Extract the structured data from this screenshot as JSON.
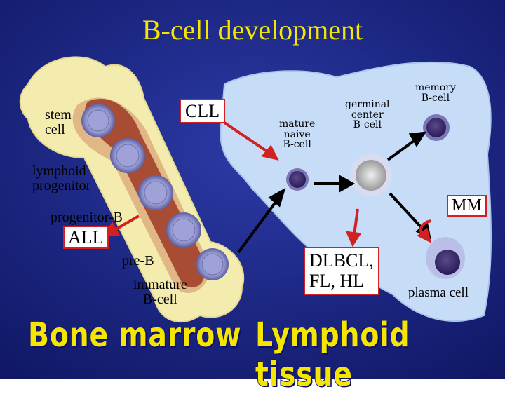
{
  "title": "B-cell development",
  "bone_marrow_labels": {
    "stem_cell": "stem\ncell",
    "lymphoid_progenitor": "lymphoid\nprogenitor",
    "progenitor_b": "progenitor-B",
    "pre_b": "pre-B",
    "immature_b_cell": "immature\nB-cell"
  },
  "lymphoid_labels": {
    "mature_naive": "mature\nnaive\nB-cell",
    "germinal_center": "germinal\ncenter\nB-cell",
    "memory": "memory\nB-cell",
    "plasma_cell": "plasma cell"
  },
  "malignancies": {
    "cll": "CLL",
    "all": "ALL",
    "dlbcl": "DLBCL,\nFL, HL",
    "mm": "MM"
  },
  "banners": {
    "bone_marrow": "Bone marrow",
    "lymphoid_tissue": "Lymphoid tissue"
  },
  "colors": {
    "background": "#1f2a8c",
    "title": "#f5e600",
    "bone": "#f4ecae",
    "marrow": "#8e2a1a",
    "tissue": "#c6dcf7",
    "arrow_red": "#d32020"
  }
}
